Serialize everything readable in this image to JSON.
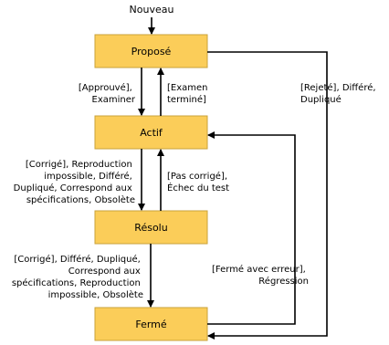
{
  "entry": {
    "label": "Nouveau"
  },
  "states": {
    "propose": "Proposé",
    "actif": "Actif",
    "resolu": "Résolu",
    "ferme": "Fermé"
  },
  "transitions": {
    "propose_to_actif": [
      "[Approuvé],",
      "Examiner"
    ],
    "actif_to_propose": [
      "[Examen",
      "terminé]"
    ],
    "propose_to_ferme": [
      "[Rejeté], Différé,",
      "Dupliqué"
    ],
    "actif_to_resolu": [
      "[Corrigé], Reproduction",
      "impossible, Différé,",
      "Dupliqué, Correspond aux",
      "spécifications, Obsolète"
    ],
    "resolu_to_actif": [
      "[Pas corrigé],",
      "Échec du test"
    ],
    "resolu_to_ferme": [
      "[Corrigé], Différé, Dupliqué,",
      "Correspond aux",
      "spécifications, Reproduction",
      "impossible, Obsolète"
    ],
    "ferme_to_actif": [
      "[Fermé avec erreur],",
      "Régression"
    ]
  }
}
